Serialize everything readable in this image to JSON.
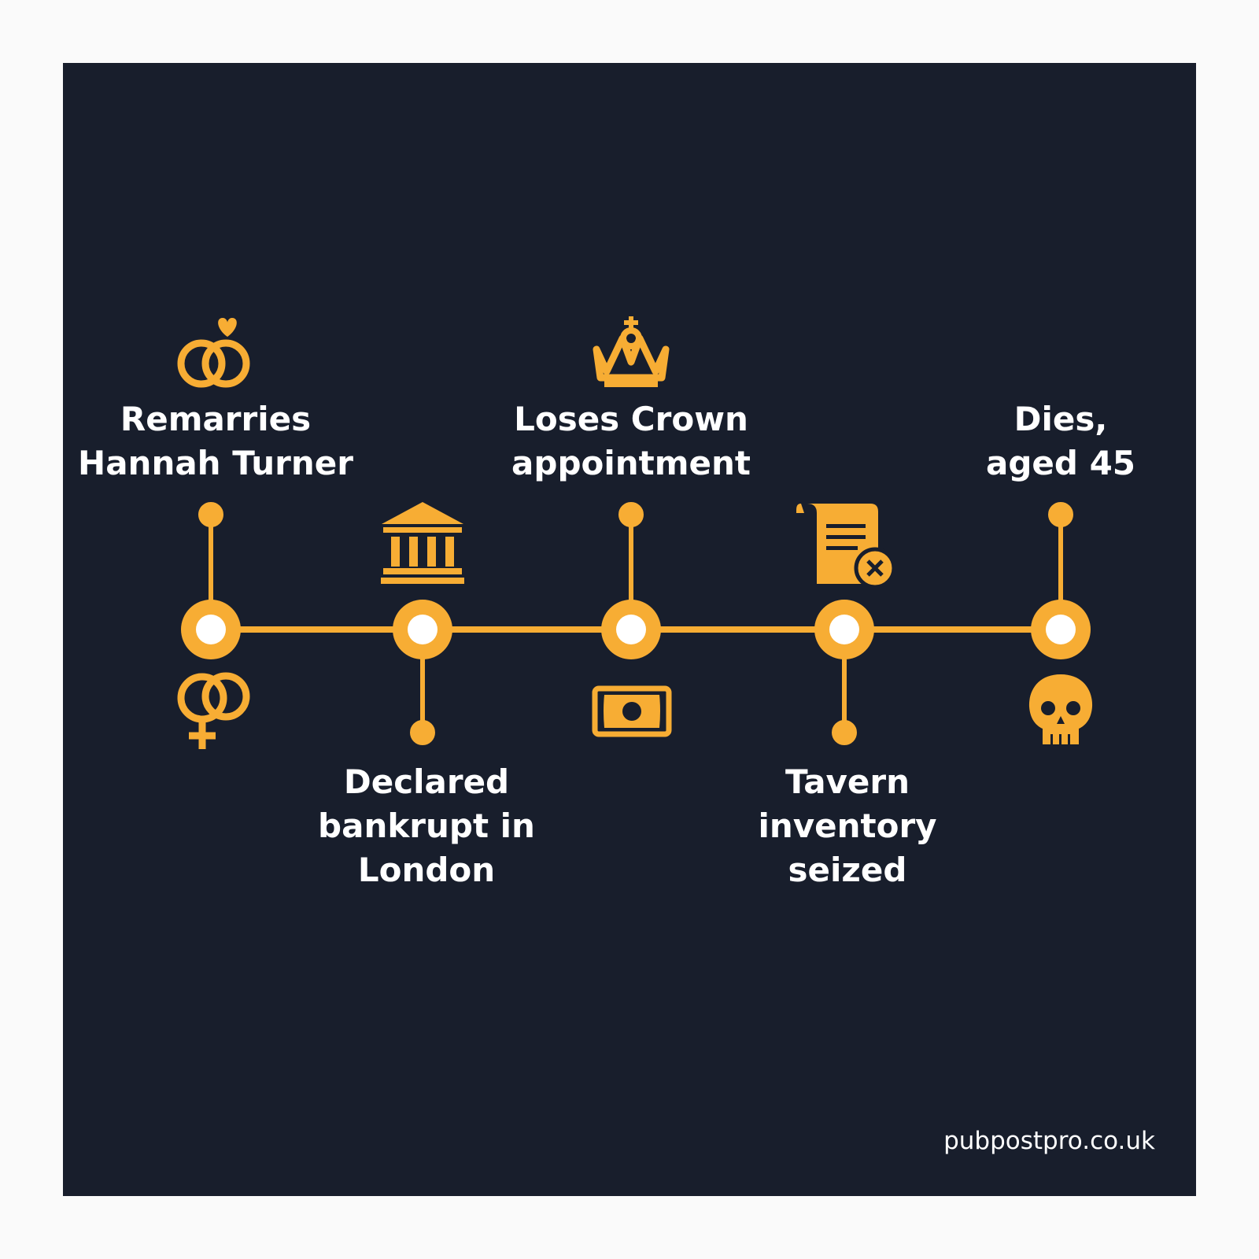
{
  "colors": {
    "accent": "#f7ad34",
    "background": "#181e2c",
    "text": "#ffffff",
    "node_center": "#ffffff"
  },
  "events": [
    {
      "label": "Remarries\nHannah Turner",
      "position": "above",
      "icons": [
        "wedding-rings-icon",
        "gender-symbols-icon"
      ]
    },
    {
      "label": "Declared\nbankrupt in\nLondon",
      "position": "below",
      "icons": [
        "bank-building-icon"
      ]
    },
    {
      "label": "Loses Crown\nappointment",
      "position": "above",
      "icons": [
        "crown-icon",
        "banknote-icon"
      ]
    },
    {
      "label": "Tavern\ninventory\nseized",
      "position": "below",
      "icons": [
        "document-cancel-icon"
      ]
    },
    {
      "label": "Dies,\naged 45",
      "position": "above",
      "icons": [
        "skull-icon"
      ]
    }
  ],
  "footer": {
    "text": "pubpostpro.co.uk"
  }
}
